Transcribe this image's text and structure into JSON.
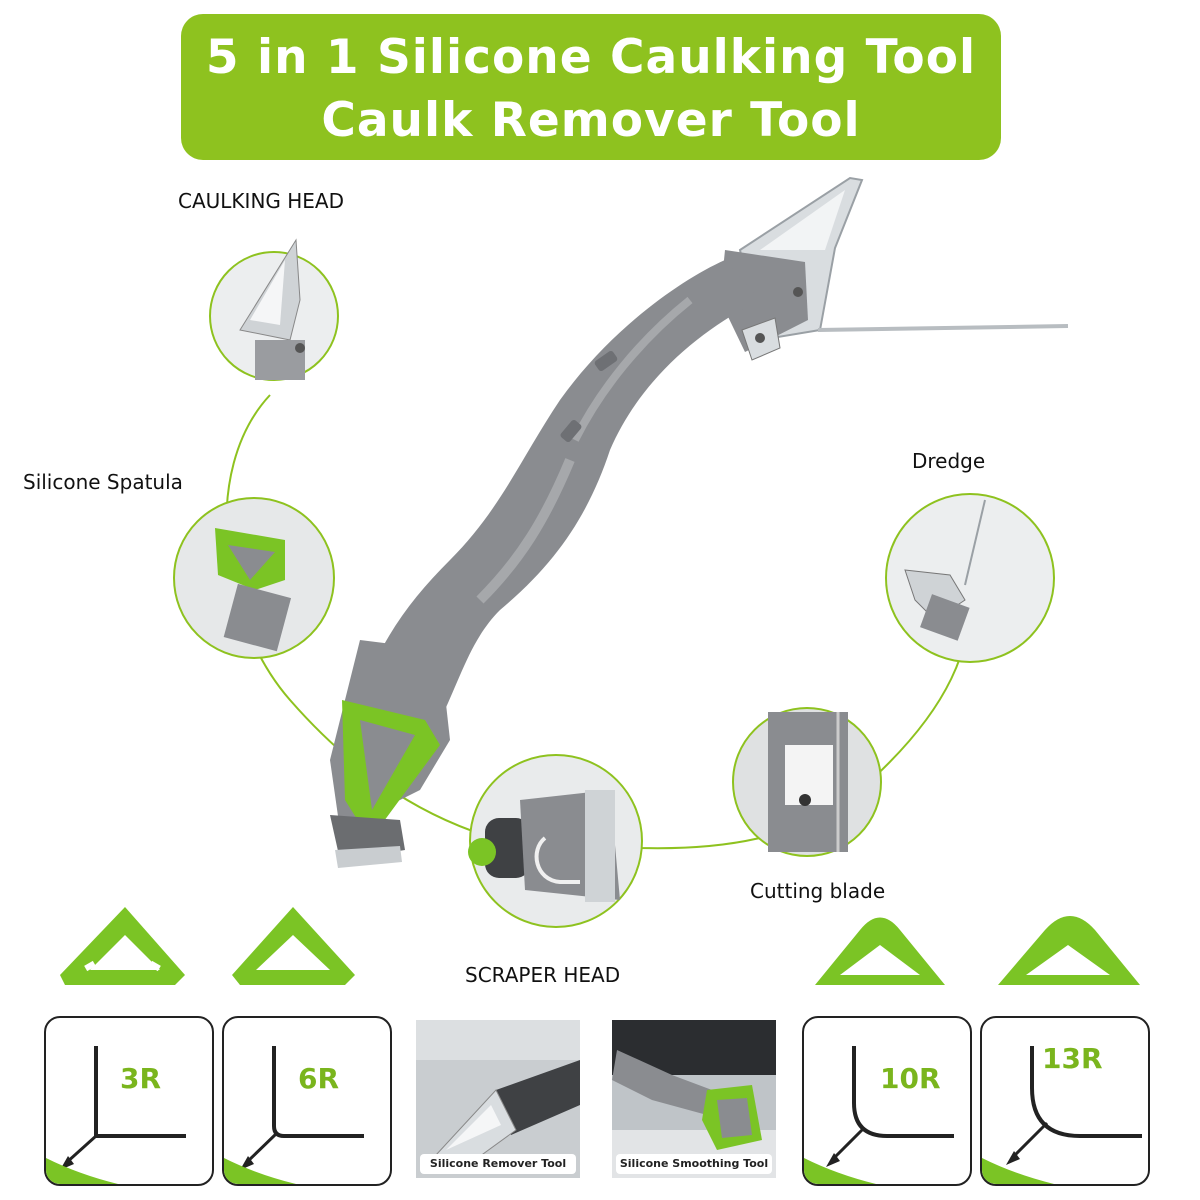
{
  "banner": {
    "line1": "5 in 1 Silicone Caulking Tool",
    "line2": "Caulk Remover Tool"
  },
  "callouts": {
    "caulking_head": "CAULKING HEAD",
    "silicone_spatula": "Silicone Spatula",
    "dredge": "Dredge",
    "cutting_blade": "Cutting blade",
    "scraper_head": "SCRAPER HEAD"
  },
  "radius_tiles": [
    {
      "label": "3R"
    },
    {
      "label": "6R"
    },
    {
      "label": "10R"
    },
    {
      "label": "13R"
    }
  ],
  "photo_tiles": [
    {
      "caption": "Silicone Remover Tool"
    },
    {
      "caption": "Silicone Smoothing Tool"
    }
  ],
  "colors": {
    "brand_green": "#8ec21f",
    "tool_gray": "#8a8c90",
    "steel": "#d9dde0"
  }
}
